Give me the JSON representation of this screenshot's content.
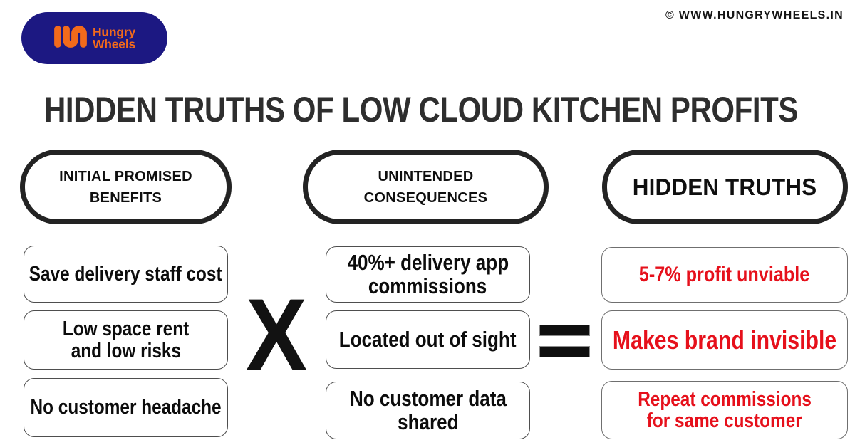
{
  "brand": {
    "name_line1": "Hungry",
    "name_line2": "Wheels",
    "monogram_icon": "hw-monogram",
    "bg_color": "#1c1882",
    "accent_color": "#f26a1b"
  },
  "copyright": "© WWW.HUNGRYWHEELS.IN",
  "title": "HIDDEN TRUTHS OF LOW CLOUD KITCHEN PROFITS",
  "columns": [
    {
      "id": "initial-promised-benefits",
      "header_lines": [
        "INITIAL PROMISED",
        "BENEFITS"
      ],
      "items": [
        {
          "lines": [
            "Save delivery staff cost"
          ]
        },
        {
          "lines": [
            "Low space rent",
            "and low risks"
          ]
        },
        {
          "lines": [
            "No customer headache"
          ]
        }
      ]
    },
    {
      "id": "unintended-consequences",
      "header_lines": [
        "UNINTENDED",
        "CONSEQUENCES"
      ],
      "items": [
        {
          "lines": [
            "40%+ delivery app",
            "commissions"
          ]
        },
        {
          "lines": [
            "Located out of sight"
          ]
        },
        {
          "lines": [
            "No customer data",
            "shared"
          ]
        }
      ]
    },
    {
      "id": "hidden-truths",
      "header_lines": [
        "HIDDEN TRUTHS"
      ],
      "text_color": "#e6101b",
      "items": [
        {
          "lines": [
            "5-7% profit unviable"
          ]
        },
        {
          "lines": [
            "Makes brand invisible"
          ]
        },
        {
          "lines": [
            "Repeat commissions",
            "for same customer"
          ]
        }
      ]
    }
  ],
  "operators": {
    "multiply": "X",
    "equals": "="
  }
}
